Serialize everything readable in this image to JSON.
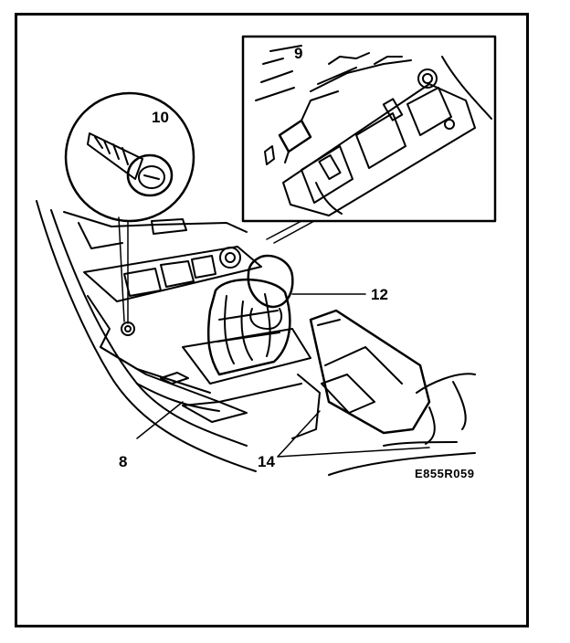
{
  "figure": {
    "reference_code": "E855R059",
    "callouts": {
      "screw": "10",
      "clip": "9",
      "boot": "12",
      "panel": "8",
      "handbrake_lever": "14"
    },
    "ink_color": "#000000",
    "paper_color": "#ffffff"
  }
}
